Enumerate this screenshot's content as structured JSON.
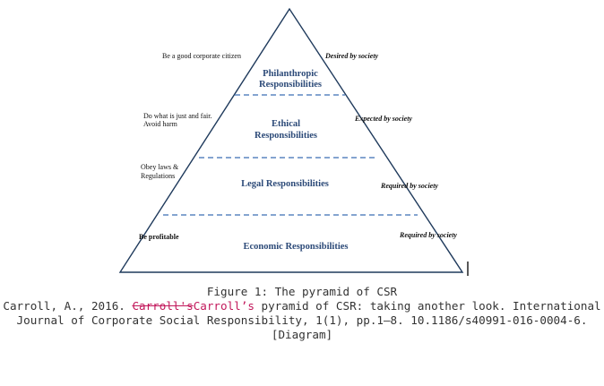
{
  "layers": [
    {
      "name": "Philanthropic",
      "name2": "Responsibilities"
    },
    {
      "name": "Ethical",
      "name2": "Responsibilities"
    },
    {
      "name": "Legal Responsibilities"
    },
    {
      "name": "Economic Responsibilities"
    }
  ],
  "left_labels": [
    {
      "line1": "Be a good corporate citizen"
    },
    {
      "line1": "Do what is just and fair.",
      "line2": "Avoid harm"
    },
    {
      "line1": "Obey laws &",
      "line2": "Regulations"
    },
    {
      "line1": "Be profitable"
    }
  ],
  "right_labels": [
    "Desired by society",
    "Expected by society",
    "Required by society",
    "Required by society"
  ],
  "caption": {
    "title": "Figure 1: The pyramid of CSR",
    "ref_start": "Carroll, A., 2016. ",
    "ref_struck": "Carroll's",
    "ref_inserted": "Carroll’s",
    "ref_rest": " pyramid of CSR: taking another look. International",
    "line3": "Journal of Corporate Social Responsibility, 1(1), pp.1–8. 10.1186/s40991-016-0004-6.",
    "line4": "[Diagram]"
  },
  "colors": {
    "outline": "#1f3a5c",
    "dash": "#5b86c0",
    "layer_text": "#2c4a78",
    "annotation": "#c2185b"
  }
}
